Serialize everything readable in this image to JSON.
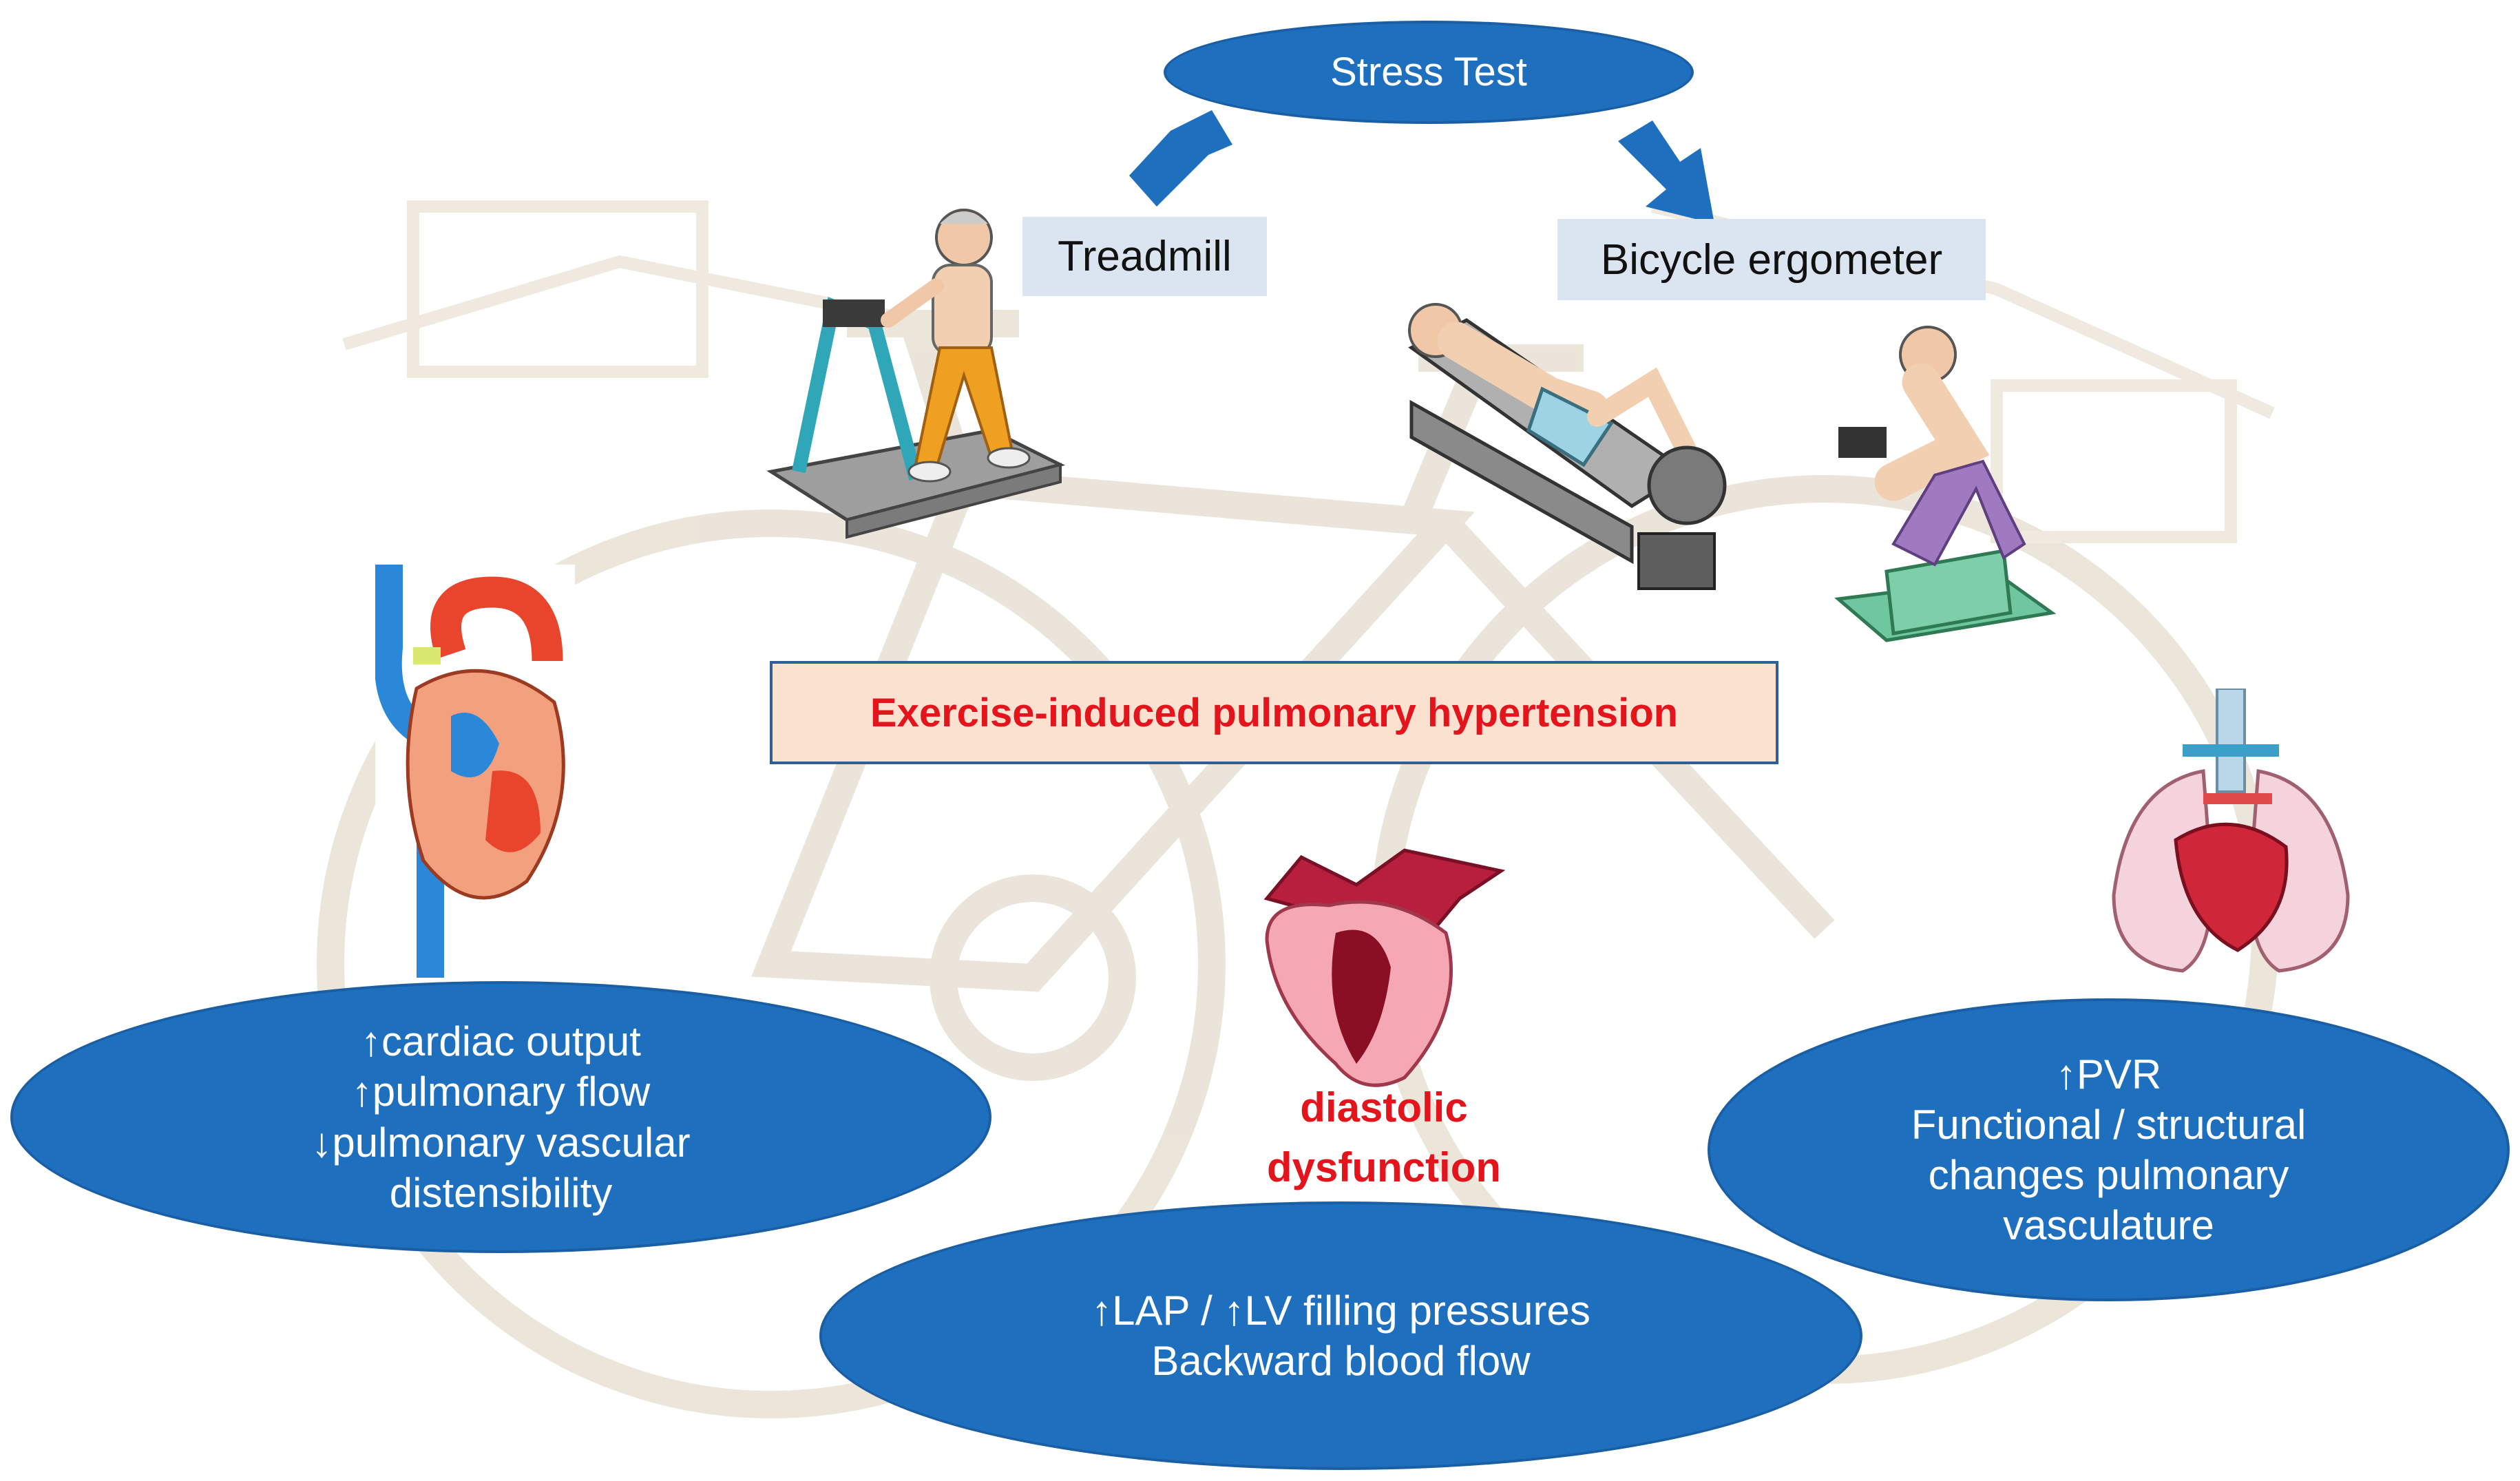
{
  "stress_test": {
    "label": "Stress Test"
  },
  "modalities": {
    "treadmill": "Treadmill",
    "bicycle": "Bicycle ergometer"
  },
  "center": {
    "label": "Exercise-induced pulmonary hypertension"
  },
  "left_ellipse": {
    "line1": "↑cardiac output",
    "line2": "↑pulmonary flow",
    "line3": "↓pulmonary vascular",
    "line4": "distensibility"
  },
  "bottom_ellipse": {
    "line1": "↑LAP / ↑LV filling pressures",
    "line2": "Backward blood flow"
  },
  "right_ellipse": {
    "line1": "↑PVR",
    "line2": "Functional / structural",
    "line3": "changes pulmonary",
    "line4": "vasculature"
  },
  "diastolic": {
    "line1": "diastolic",
    "line2": "dysfunction"
  },
  "colors": {
    "ellipse_fill": "#1f6fbf",
    "label_box": "#dbe5f1",
    "center_box_fill": "#fbe1cf",
    "center_text": "#e3141c"
  },
  "icons": [
    "arrow-down-left-icon",
    "arrow-down-right-icon",
    "treadmill-icon",
    "supine-bicycle-icon",
    "upright-bicycle-icon",
    "heart-vessels-icon",
    "heart-section-icon",
    "lungs-heart-icon"
  ]
}
